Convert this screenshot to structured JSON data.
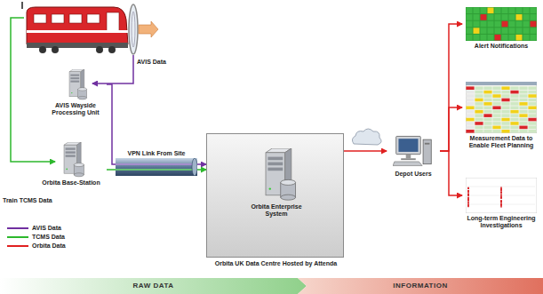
{
  "diagram": {
    "nodes": [
      {
        "text": [
          "AVIS Wayside Processing Unit"
        ]
      },
      {
        "text": [
          "Orbita Base-Station"
        ]
      },
      {
        "text": [
          "VPN Link From Site"
        ]
      },
      {
        "text": [
          "Orbita UK Data Centre Hosted by Attenda"
        ]
      },
      {
        "text": [
          "Orbita Enterprise System"
        ],
        "in": 3
      },
      {
        "text": [
          "Depot Users"
        ]
      },
      {
        "text": [
          "Alert Notifications"
        ]
      },
      {
        "text": [
          "Measurement Data to Enable Fleet Planning"
        ]
      },
      {
        "text": [
          "Long-term Engineering Investigations"
        ]
      },
      {
        "text": [
          "RAW DATA"
        ]
      },
      {
        "text": [
          "INFORMATION"
        ]
      }
    ],
    "edges": [
      {
        "from": 0,
        "to": 2,
        "arrow": "none"
      },
      {
        "from": 1,
        "to": 2,
        "arrow": "none"
      },
      {
        "from": 2,
        "to": 3,
        "arrow": "to"
      },
      {
        "from": 2,
        "to": 3,
        "arrow": "to"
      },
      {
        "from": 3,
        "to": 5,
        "arrow": "to"
      },
      {
        "from": 5,
        "to": 6,
        "arrow": "to"
      },
      {
        "from": 5,
        "to": 7,
        "arrow": "to"
      },
      {
        "from": 5,
        "to": 8,
        "arrow": "to"
      }
    ],
    "labels": [
      "AVIS Data",
      "Train TCMS Data"
    ],
    "legend": [
      {
        "text": "AVIS Data"
      },
      {
        "text": "TCMS Data"
      },
      {
        "text": "Orbita Data"
      }
    ]
  }
}
